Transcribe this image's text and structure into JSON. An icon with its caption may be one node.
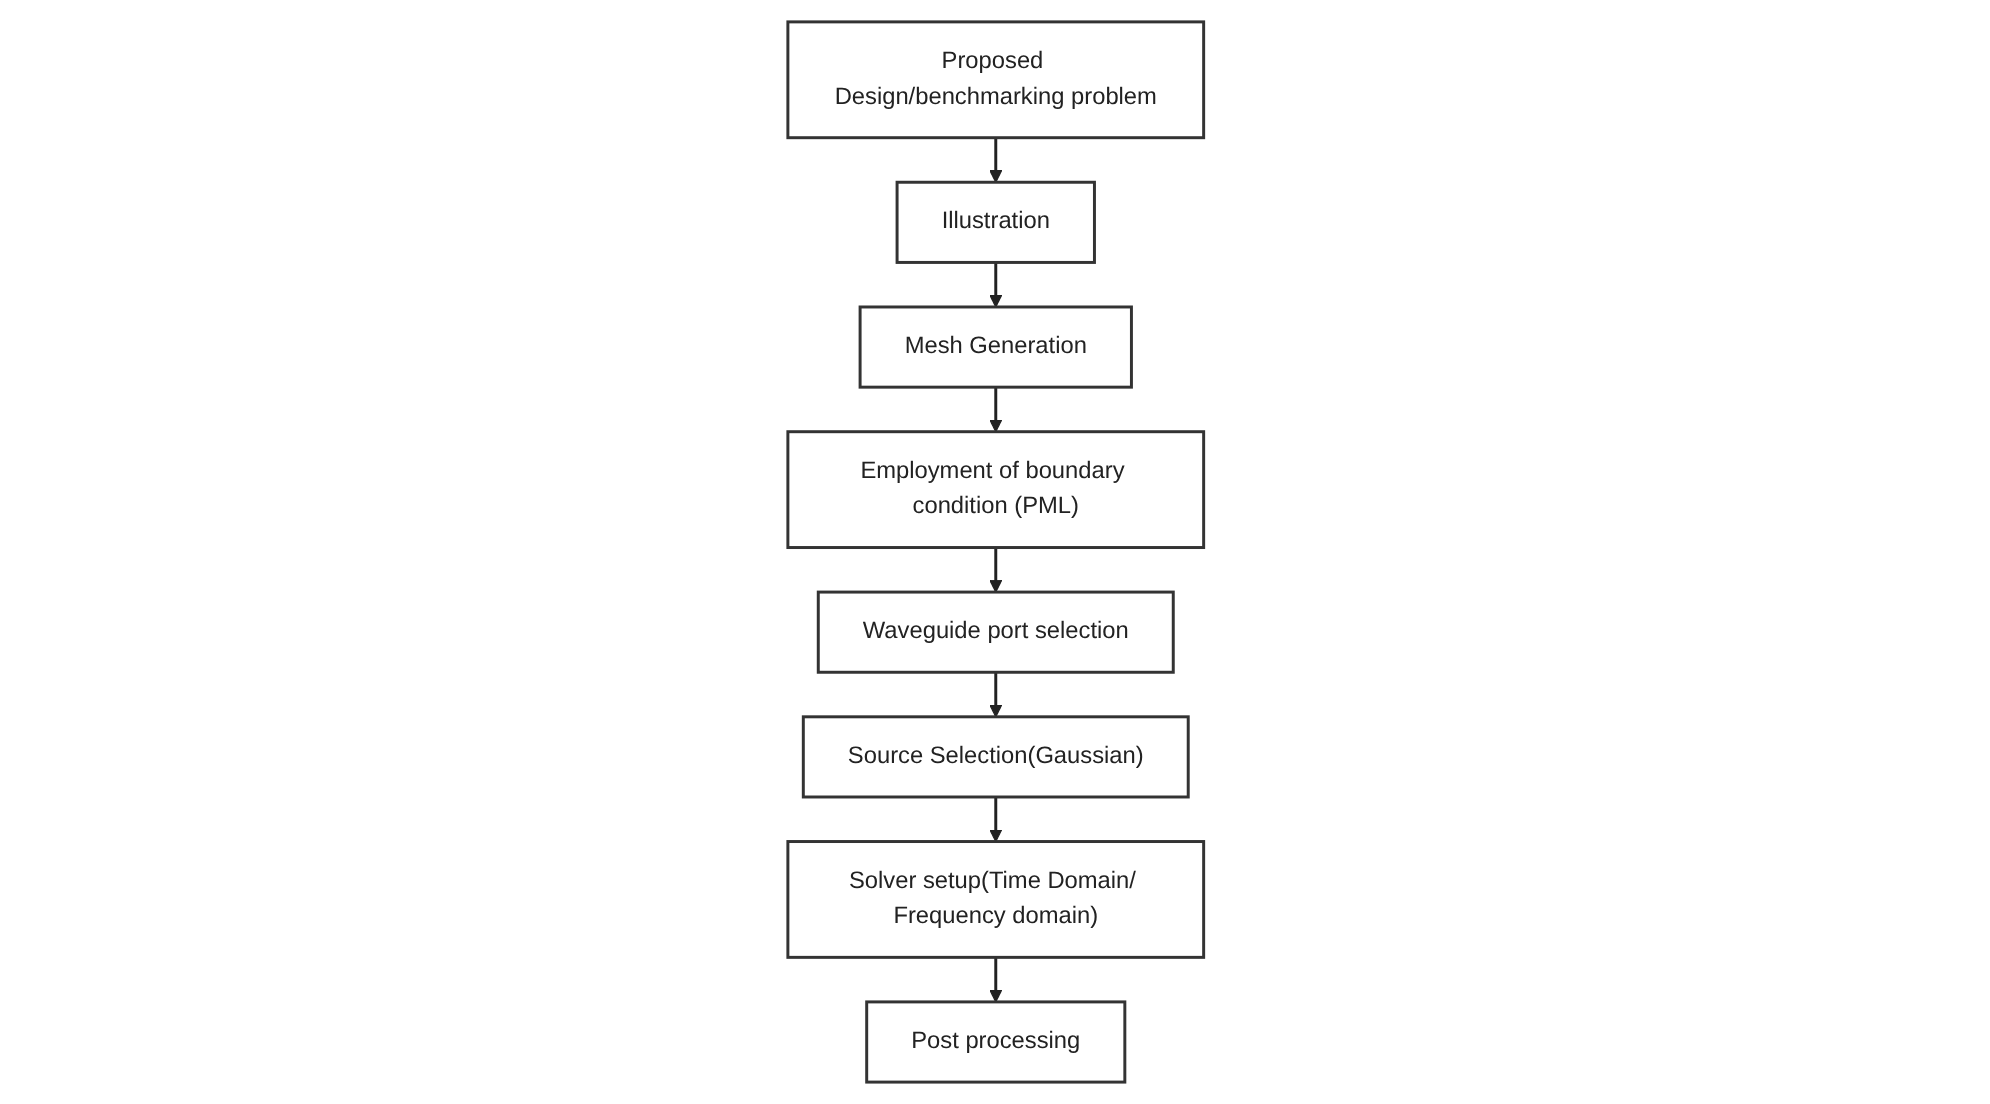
{
  "diagram": {
    "nodes": [
      {
        "text": [
          "Proposed Design/benchmarking problem"
        ]
      },
      {
        "text": [
          "Illustration"
        ]
      },
      {
        "text": [
          "Mesh Generation"
        ]
      },
      {
        "text": [
          "Employment of boundary condition (PML)"
        ]
      },
      {
        "text": [
          "Waveguide port selection"
        ]
      },
      {
        "text": [
          "Source Selection(Gaussian)"
        ]
      },
      {
        "text": [
          "Solver setup(Time Domain/ Frequency domain)"
        ]
      },
      {
        "text": [
          "Post processing"
        ]
      }
    ],
    "edges": [
      {
        "from": 0,
        "to": 1,
        "arrow": "to"
      },
      {
        "from": 1,
        "to": 2,
        "arrow": "to"
      },
      {
        "from": 2,
        "to": 3,
        "arrow": "to"
      },
      {
        "from": 3,
        "to": 4,
        "arrow": "to"
      },
      {
        "from": 4,
        "to": 5,
        "arrow": "to"
      },
      {
        "from": 5,
        "to": 6,
        "arrow": "to"
      },
      {
        "from": 6,
        "to": 7,
        "arrow": "to"
      }
    ]
  }
}
